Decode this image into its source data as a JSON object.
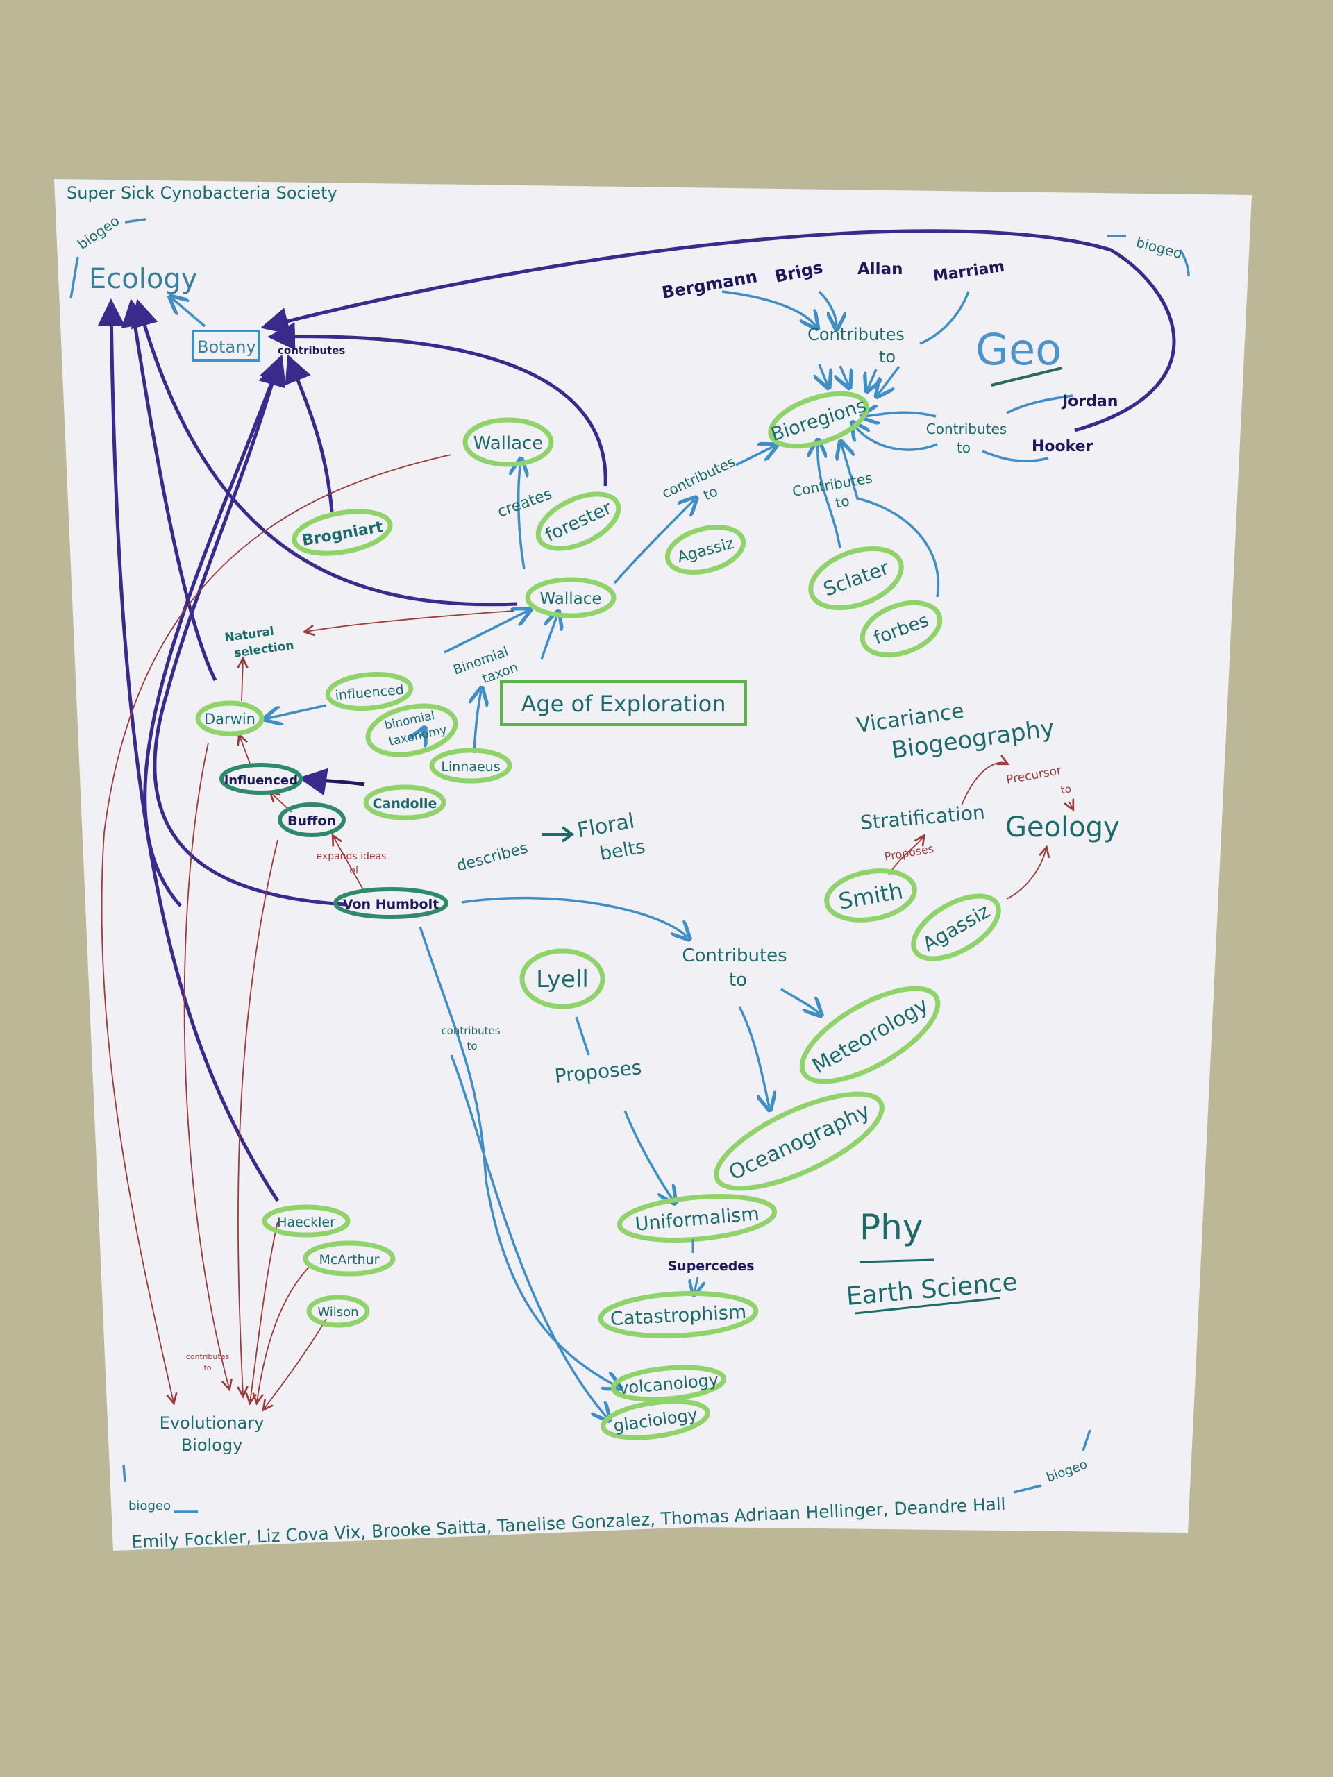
{
  "title": "Super Sick Cynobacteria Society",
  "biogeo_labels": [
    "biogeo",
    "biogeo",
    "biogeo",
    "biogeo"
  ],
  "nodes": {
    "ecology": "Ecology",
    "botany": "Botany",
    "contributes_botany": "contributes",
    "wallace_top": "Wallace",
    "creates": "creates",
    "forester": "forester",
    "brogniart": "Brogniart",
    "wallace": "Wallace",
    "contributes_to_1": [
      "contributes",
      "to"
    ],
    "agassiz_top": "Agassiz",
    "bioregions": "Bioregions",
    "bergmann": "Bergmann",
    "brigs": "Brigs",
    "allan": "Allan",
    "marriam": "Marriam",
    "contributes_to_2": [
      "Contributes",
      "to"
    ],
    "geo": "Geo",
    "jordan": "Jordan",
    "hooker": "Hooker",
    "contributes_to_3": [
      "Contributes",
      "to"
    ],
    "contributes_to_4": [
      "Contributes",
      "to"
    ],
    "sclater": "Sclater",
    "forbes": "forbes",
    "natural_selection": [
      "Natural",
      "selection"
    ],
    "darwin": "Darwin",
    "influenced_1": "influenced",
    "binomial_taxonomy": [
      "binomial",
      "taxonomy"
    ],
    "binomial_taxon": [
      "Binomial",
      "taxon"
    ],
    "age_of_exploration": "Age of Exploration",
    "linnaeus": "Linnaeus",
    "influenced_2": "influenced",
    "candolle": "Candolle",
    "buffon": "Buffon",
    "expands_ideas_of": [
      "expands ideas",
      "of"
    ],
    "von_humbolt": "Von Humbolt",
    "describes": "describes",
    "floral_belts": [
      "Floral",
      "belts"
    ],
    "vicariance_biogeography": [
      "Vicariance",
      "Biogeography"
    ],
    "stratification": "Stratification",
    "proposes_red": "Proposes",
    "precursor_to": [
      "Precursor",
      "to"
    ],
    "geology": "Geology",
    "smith": "Smith",
    "agassiz": "Agassiz",
    "lyell": "Lyell",
    "contributes_to_5": [
      "Contributes",
      "to"
    ],
    "contributes_to_6": [
      "contributes",
      "to"
    ],
    "proposes": "Proposes",
    "meteorology": "Meteorology",
    "oceanography": "Oceanography",
    "uniformalism": "Uniformalism",
    "supercedes": "Supercedes",
    "catastrophism": "Catastrophism",
    "volcanology": "volcanology",
    "glaciology": "glaciology",
    "phy": "Phy",
    "earth_science": "Earth Science",
    "haeckler": "Haeckler",
    "mcarthur": "McArthur",
    "wilson": "Wilson",
    "contributes_to_7": [
      "contributes",
      "to"
    ],
    "evolutionary_biology": [
      "Evolutionary",
      "Biology"
    ]
  },
  "authors": "Emily Fockler, Liz Cova Vix, Brooke Saitta, Tanelise Gonzalez, Thomas Adriaan Hellinger, Deandre Hall",
  "colors": {
    "wall": "#bcb796",
    "paper": "#f1f1f5",
    "purple": "#3a2a8c",
    "green": "#8fd36a",
    "teal": "#1c6a6a",
    "blue": "#3f8fc6",
    "red": "#9a3c3c"
  }
}
